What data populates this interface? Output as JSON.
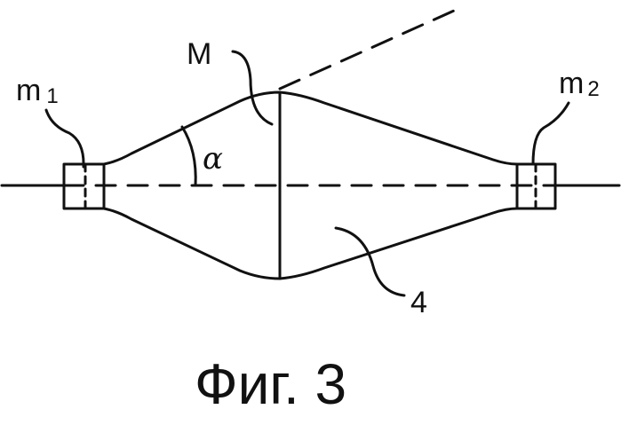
{
  "labels": {
    "m1_base": "m",
    "m1_sub": "1",
    "m2_base": "m",
    "m2_sub": "2",
    "point_M": "M",
    "angle_alpha": "α",
    "part_number": "4"
  },
  "caption": "Фиг. 3",
  "colors": {
    "ink": "#111111",
    "background": "#ffffff"
  }
}
